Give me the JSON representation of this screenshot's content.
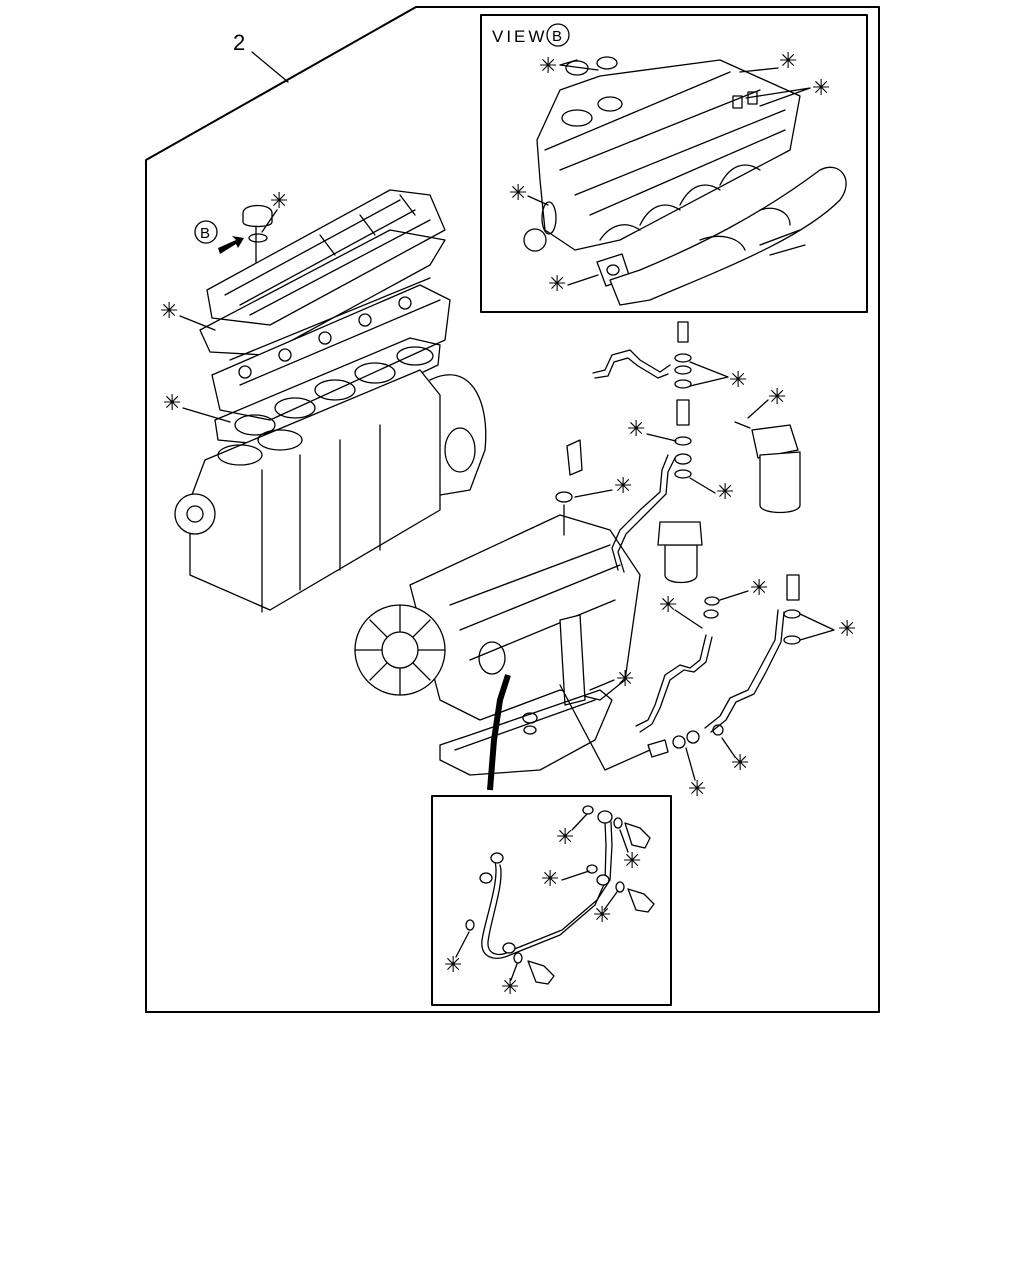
{
  "diagram": {
    "item_number": "2",
    "view_label": "VIEW",
    "view_letter": "B",
    "direction_marker": "B",
    "kit_symbol": "✳",
    "colors": {
      "line": "#000000",
      "background": "#ffffff"
    }
  }
}
